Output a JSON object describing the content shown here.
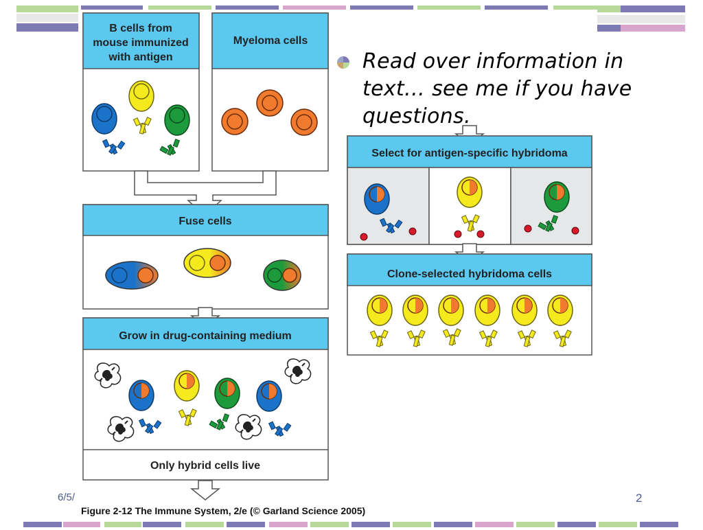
{
  "slide": {
    "bullet": "Read over information in text… see me if you have questions.",
    "date": "6/5/",
    "page_number": "2",
    "caption": "Figure 2-12  The Immune System, 2/e (© Garland Science 2005)"
  },
  "diagram": {
    "b_cells_header": "B cells from mouse immunized with antigen",
    "b_cells_header_lines": [
      "B cells from",
      "mouse immunized",
      "with antigen"
    ],
    "myeloma_header": "Myeloma cells",
    "fuse_header": "Fuse cells",
    "grow_header": "Grow in drug-containing medium",
    "only_hybrid_footer": "Only hybrid cells live",
    "select_header": "Select for antigen-specific hybridoma",
    "clone_header": "Clone-selected hybridoma cells"
  },
  "colors": {
    "header_blue": "#5bc8f0",
    "b_cell_blue": "#1a73c8",
    "b_cell_yellow": "#f5ea1e",
    "b_cell_green": "#1c9a3c",
    "myeloma_orange": "#f07a2e",
    "antigen_red": "#d7192b",
    "panel_gray": "#e6e7e8",
    "band_green": "#b7d99a",
    "band_purple": "#7c79b5",
    "band_pink": "#d8a6cc"
  }
}
